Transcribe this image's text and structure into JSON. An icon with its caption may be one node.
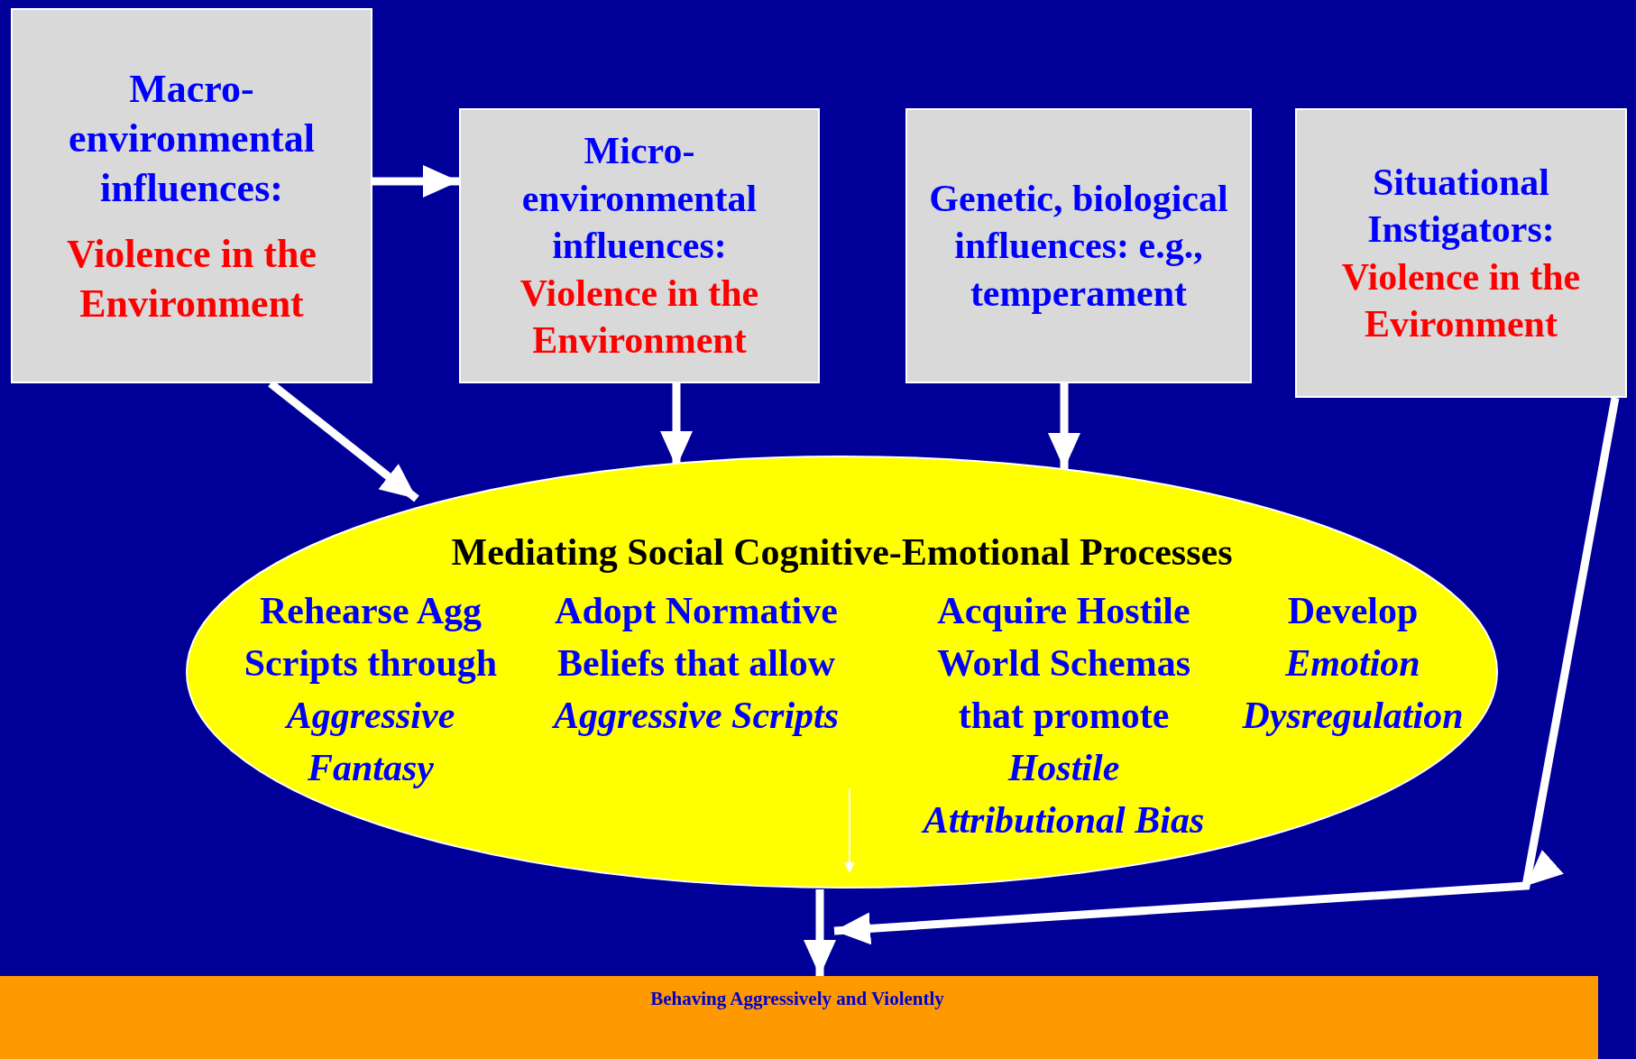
{
  "diagram": {
    "nodes": [
      {
        "text": [
          "Macro-environmental influences:",
          "Violence in the Environment"
        ]
      },
      {
        "text": [
          "Micro-environmental influences:",
          "Violence in the Environment"
        ]
      },
      {
        "text": [
          "Genetic, biological influences: e.g., temperament"
        ]
      },
      {
        "text": [
          "Situational Instigators:",
          "Violence in the Evironment"
        ]
      },
      {
        "text": [
          "Mediating Social Cognitive-Emotional Processes",
          "Rehearse Agg Scripts through *Aggressive Fantasy*",
          "Adopt Normative Beliefs that allow *Aggressive Scripts*",
          "Acquire Hostile World Schemas that promote *Hostile Attributional Bias*",
          "Develop *Emotion Dysregulation*"
        ]
      },
      {
        "text": [
          "Behaving Aggressively and Violently"
        ]
      }
    ],
    "edges": [
      {
        "from": 0,
        "to": 1,
        "arrow": "to"
      },
      {
        "from": 0,
        "to": 4,
        "arrow": "to"
      },
      {
        "from": 1,
        "to": 4,
        "arrow": "to"
      },
      {
        "from": 2,
        "to": 4,
        "arrow": "to"
      },
      {
        "from": 3,
        "to": 5,
        "arrow": "to"
      },
      {
        "from": 4,
        "to": 5,
        "arrow": "to"
      }
    ]
  }
}
